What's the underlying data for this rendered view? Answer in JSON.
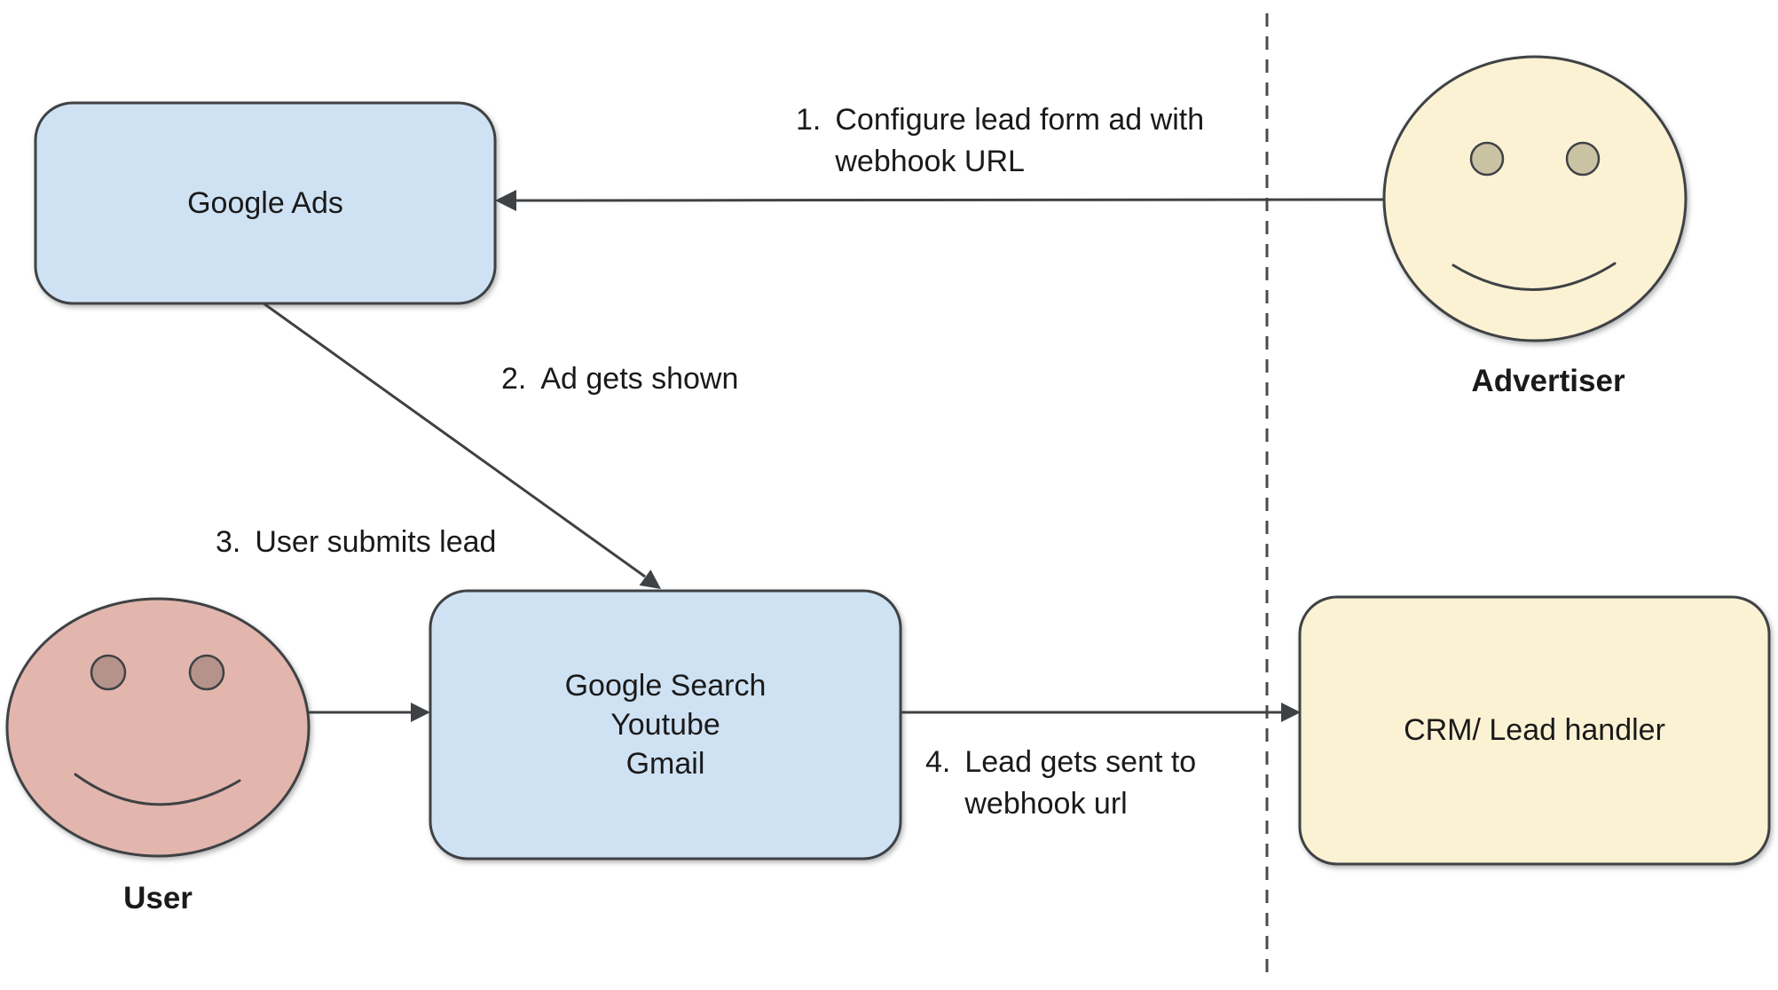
{
  "diagram": {
    "nodes": {
      "google_ads": {
        "label": "Google Ads"
      },
      "google_surfaces": {
        "label": "Google Search\nYoutube\nGmail"
      },
      "crm": {
        "label": "CRM/ Lead handler"
      }
    },
    "actors": {
      "advertiser": {
        "label": "Advertiser"
      },
      "user": {
        "label": "User"
      }
    },
    "steps": {
      "step1": {
        "number": "1.",
        "text": "Configure lead form ad with\nwebhook URL"
      },
      "step2": {
        "number": "2.",
        "text": "Ad gets shown"
      },
      "step3": {
        "number": "3.",
        "text": "User submits lead"
      },
      "step4": {
        "number": "4.",
        "text": "Lead gets sent to\nwebhook url"
      }
    },
    "colors": {
      "node_blue": "#cfe2f3",
      "node_yellow": "#faf2d3",
      "user_face": "#e2b6ad",
      "user_eye": "#b5938b",
      "advertiser_face": "#faf2d3",
      "advertiser_eye": "#c9c3a4",
      "stroke": "#3f4245",
      "arrow": "#3f4245",
      "text": "#1a1a1a"
    }
  }
}
